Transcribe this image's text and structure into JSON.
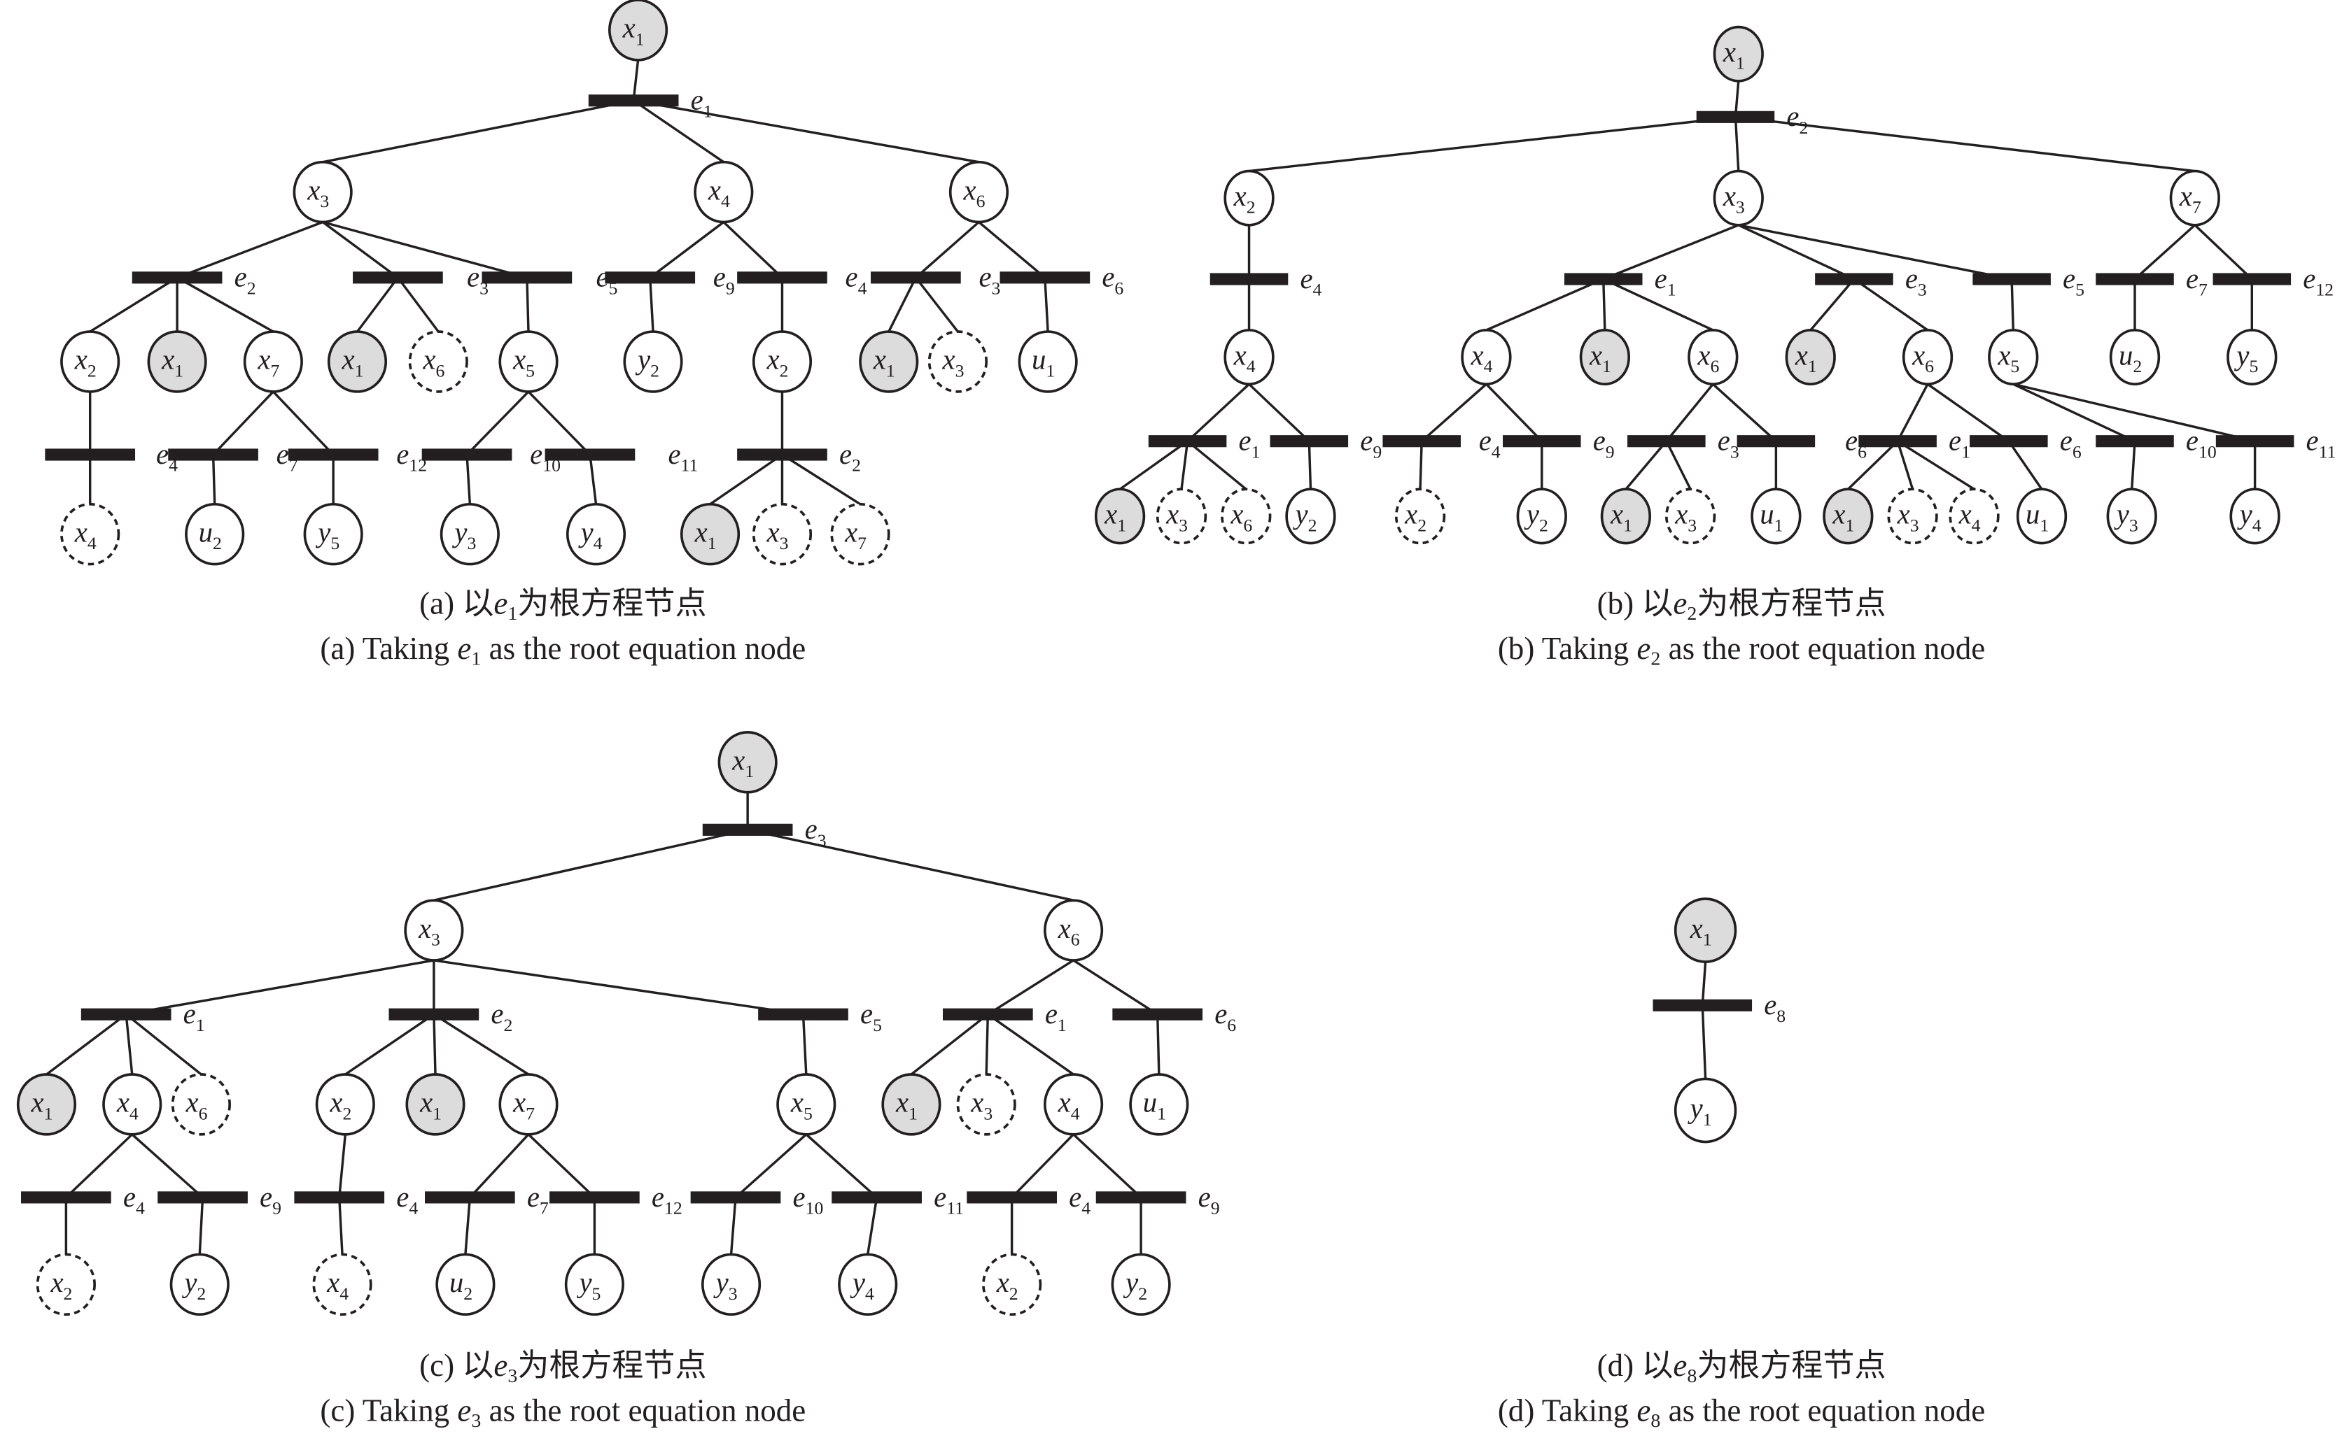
{
  "figure": {
    "colors": {
      "shaded_fill": "#dcdcdc",
      "plain_fill": "#ffffff",
      "stroke": "#231f20"
    },
    "legend_semantics": {
      "shaded": "known / root variable node",
      "dashed": "repeated (already visited) variable node",
      "plain": "variable node",
      "bar": "equation node"
    },
    "panels": [
      {
        "id": "a",
        "caption_cn": "(a) 以e1为根方程节点",
        "caption_cn_parts": [
          "(a) 以",
          "e",
          "1",
          "为根方程节点"
        ],
        "caption_en_parts": [
          "(a) Taking ",
          "e",
          "1",
          " as the root equation node"
        ],
        "root_var": {
          "v": "x",
          "s": "1"
        },
        "root_eq": "1"
      },
      {
        "id": "b",
        "caption_cn_parts": [
          "(b) 以",
          "e",
          "2",
          "为根方程节点"
        ],
        "caption_en_parts": [
          "(b) Taking ",
          "e",
          "2",
          " as the root equation node"
        ],
        "root_var": {
          "v": "x",
          "s": "1"
        },
        "root_eq": "2"
      },
      {
        "id": "c",
        "caption_cn_parts": [
          "(c) 以",
          "e",
          "3",
          "为根方程节点"
        ],
        "caption_en_parts": [
          "(c) Taking ",
          "e",
          "3",
          " as the root equation node"
        ],
        "root_var": {
          "v": "x",
          "s": "1"
        },
        "root_eq": "3"
      },
      {
        "id": "d",
        "caption_cn_parts": [
          "(d) 以",
          "e",
          "8",
          "为根方程节点"
        ],
        "caption_en_parts": [
          "(d) Taking ",
          "e",
          "8",
          " as the root equation node"
        ],
        "root_var": {
          "v": "x",
          "s": "1"
        },
        "root_eq": "8"
      }
    ]
  },
  "nodes": {
    "a": [
      {
        "k": "a0",
        "v": "x",
        "s": "1",
        "t": "shaded"
      },
      {
        "k": "a1",
        "v": "x",
        "s": "3",
        "t": "plain"
      },
      {
        "k": "a2",
        "v": "x",
        "s": "4",
        "t": "plain"
      },
      {
        "k": "a3",
        "v": "x",
        "s": "6",
        "t": "plain"
      },
      {
        "k": "a4",
        "v": "x",
        "s": "2",
        "t": "plain"
      },
      {
        "k": "a5",
        "v": "x",
        "s": "1",
        "t": "shaded"
      },
      {
        "k": "a6",
        "v": "x",
        "s": "7",
        "t": "plain"
      },
      {
        "k": "a7",
        "v": "x",
        "s": "1",
        "t": "shaded"
      },
      {
        "k": "a8",
        "v": "x",
        "s": "6",
        "t": "dashed"
      },
      {
        "k": "a9",
        "v": "x",
        "s": "5",
        "t": "plain"
      },
      {
        "k": "a10",
        "v": "y",
        "s": "2",
        "t": "plain"
      },
      {
        "k": "a11",
        "v": "x",
        "s": "2",
        "t": "plain"
      },
      {
        "k": "a12",
        "v": "x",
        "s": "1",
        "t": "shaded"
      },
      {
        "k": "a13",
        "v": "x",
        "s": "3",
        "t": "dashed"
      },
      {
        "k": "a14",
        "v": "u",
        "s": "1",
        "t": "plain"
      },
      {
        "k": "a15",
        "v": "x",
        "s": "4",
        "t": "dashed"
      },
      {
        "k": "a16",
        "v": "u",
        "s": "2",
        "t": "plain"
      },
      {
        "k": "a17",
        "v": "y",
        "s": "5",
        "t": "plain"
      },
      {
        "k": "a18",
        "v": "y",
        "s": "3",
        "t": "plain"
      },
      {
        "k": "a19",
        "v": "y",
        "s": "4",
        "t": "plain"
      },
      {
        "k": "a20",
        "v": "x",
        "s": "1",
        "t": "shaded"
      },
      {
        "k": "a21",
        "v": "x",
        "s": "3",
        "t": "dashed"
      },
      {
        "k": "a22",
        "v": "x",
        "s": "7",
        "t": "dashed"
      }
    ],
    "b": [
      {
        "k": "b0",
        "v": "x",
        "s": "1",
        "t": "shaded"
      },
      {
        "k": "b1",
        "v": "x",
        "s": "2",
        "t": "plain"
      },
      {
        "k": "b2",
        "v": "x",
        "s": "3",
        "t": "plain"
      },
      {
        "k": "b3",
        "v": "x",
        "s": "7",
        "t": "plain"
      },
      {
        "k": "b4",
        "v": "x",
        "s": "4",
        "t": "plain"
      },
      {
        "k": "b5",
        "v": "x",
        "s": "4",
        "t": "plain"
      },
      {
        "k": "b6",
        "v": "x",
        "s": "1",
        "t": "shaded"
      },
      {
        "k": "b7",
        "v": "x",
        "s": "6",
        "t": "plain"
      },
      {
        "k": "b8",
        "v": "x",
        "s": "1",
        "t": "shaded"
      },
      {
        "k": "b9",
        "v": "x",
        "s": "6",
        "t": "plain"
      },
      {
        "k": "b10",
        "v": "x",
        "s": "5",
        "t": "plain"
      },
      {
        "k": "b11",
        "v": "u",
        "s": "2",
        "t": "plain"
      },
      {
        "k": "b12",
        "v": "y",
        "s": "5",
        "t": "plain"
      },
      {
        "k": "b13",
        "v": "x",
        "s": "1",
        "t": "shaded"
      },
      {
        "k": "b14",
        "v": "x",
        "s": "3",
        "t": "dashed"
      },
      {
        "k": "b15",
        "v": "x",
        "s": "6",
        "t": "dashed"
      },
      {
        "k": "b16",
        "v": "y",
        "s": "2",
        "t": "plain"
      },
      {
        "k": "b17",
        "v": "x",
        "s": "2",
        "t": "dashed"
      },
      {
        "k": "b18",
        "v": "y",
        "s": "2",
        "t": "plain"
      },
      {
        "k": "b19",
        "v": "x",
        "s": "1",
        "t": "shaded"
      },
      {
        "k": "b20",
        "v": "x",
        "s": "3",
        "t": "dashed"
      },
      {
        "k": "b21",
        "v": "u",
        "s": "1",
        "t": "plain"
      },
      {
        "k": "b22",
        "v": "x",
        "s": "1",
        "t": "shaded"
      },
      {
        "k": "b23",
        "v": "x",
        "s": "3",
        "t": "dashed"
      },
      {
        "k": "b24",
        "v": "x",
        "s": "4",
        "t": "dashed"
      },
      {
        "k": "b25",
        "v": "u",
        "s": "1",
        "t": "plain"
      },
      {
        "k": "b26",
        "v": "y",
        "s": "3",
        "t": "plain"
      },
      {
        "k": "b27",
        "v": "y",
        "s": "4",
        "t": "plain"
      }
    ],
    "c": [
      {
        "k": "c0",
        "v": "x",
        "s": "1",
        "t": "shaded"
      },
      {
        "k": "c1",
        "v": "x",
        "s": "3",
        "t": "plain"
      },
      {
        "k": "c2",
        "v": "x",
        "s": "6",
        "t": "plain"
      },
      {
        "k": "c3",
        "v": "x",
        "s": "1",
        "t": "shaded"
      },
      {
        "k": "c4",
        "v": "x",
        "s": "4",
        "t": "plain"
      },
      {
        "k": "c5",
        "v": "x",
        "s": "6",
        "t": "dashed"
      },
      {
        "k": "c6",
        "v": "x",
        "s": "2",
        "t": "plain"
      },
      {
        "k": "c7",
        "v": "x",
        "s": "1",
        "t": "shaded"
      },
      {
        "k": "c8",
        "v": "x",
        "s": "7",
        "t": "plain"
      },
      {
        "k": "c9",
        "v": "x",
        "s": "5",
        "t": "plain"
      },
      {
        "k": "c10",
        "v": "x",
        "s": "1",
        "t": "shaded"
      },
      {
        "k": "c11",
        "v": "x",
        "s": "3",
        "t": "dashed"
      },
      {
        "k": "c12",
        "v": "x",
        "s": "4",
        "t": "plain"
      },
      {
        "k": "c13",
        "v": "u",
        "s": "1",
        "t": "plain"
      },
      {
        "k": "c14",
        "v": "x",
        "s": "2",
        "t": "dashed"
      },
      {
        "k": "c15",
        "v": "y",
        "s": "2",
        "t": "plain"
      },
      {
        "k": "c16",
        "v": "x",
        "s": "4",
        "t": "dashed"
      },
      {
        "k": "c17",
        "v": "u",
        "s": "2",
        "t": "plain"
      },
      {
        "k": "c18",
        "v": "y",
        "s": "5",
        "t": "plain"
      },
      {
        "k": "c19",
        "v": "y",
        "s": "3",
        "t": "plain"
      },
      {
        "k": "c20",
        "v": "y",
        "s": "4",
        "t": "plain"
      },
      {
        "k": "c21",
        "v": "x",
        "s": "2",
        "t": "dashed"
      },
      {
        "k": "c22",
        "v": "y",
        "s": "2",
        "t": "plain"
      }
    ],
    "d": [
      {
        "k": "d0",
        "v": "x",
        "s": "1",
        "t": "shaded"
      },
      {
        "k": "d1",
        "v": "y",
        "s": "1",
        "t": "plain"
      }
    ]
  },
  "equations": {
    "a": [
      {
        "k": "A0",
        "e": "1",
        "from": "a0",
        "to": [
          "a1",
          "a2",
          "a3"
        ]
      },
      {
        "k": "A1",
        "e": "2",
        "from": "a1",
        "to": [
          "a4",
          "a5",
          "a6"
        ]
      },
      {
        "k": "A2",
        "e": "3",
        "from": "a1",
        "to": [
          "a7",
          "a8"
        ]
      },
      {
        "k": "A3",
        "e": "5",
        "from": "a1",
        "to": [
          "a9"
        ]
      },
      {
        "k": "A4",
        "e": "9",
        "from": "a2",
        "to": [
          "a10"
        ]
      },
      {
        "k": "A5",
        "e": "4",
        "from": "a2",
        "to": [
          "a11"
        ]
      },
      {
        "k": "A6",
        "e": "3",
        "from": "a3",
        "to": [
          "a12",
          "a13"
        ]
      },
      {
        "k": "A7",
        "e": "6",
        "from": "a3",
        "to": [
          "a14"
        ]
      },
      {
        "k": "A8",
        "e": "4",
        "from": "a4",
        "to": [
          "a15"
        ]
      },
      {
        "k": "A9",
        "e": "7",
        "from": "a6",
        "to": [
          "a16"
        ]
      },
      {
        "k": "A10",
        "e": "12",
        "from": "a6",
        "to": [
          "a17"
        ]
      },
      {
        "k": "A11",
        "e": "10",
        "from": "a9",
        "to": [
          "a18"
        ]
      },
      {
        "k": "A12",
        "e": "11",
        "from": "a9",
        "to": [
          "a19"
        ]
      },
      {
        "k": "A13",
        "e": "2",
        "from": "a11",
        "to": [
          "a20",
          "a21",
          "a22"
        ]
      }
    ],
    "b": [
      {
        "k": "B0",
        "e": "2",
        "from": "b0",
        "to": [
          "b1",
          "b2",
          "b3"
        ]
      },
      {
        "k": "B1",
        "e": "4",
        "from": "b1",
        "to": [
          "b4"
        ]
      },
      {
        "k": "B2",
        "e": "1",
        "from": "b2",
        "to": [
          "b5",
          "b6",
          "b7"
        ]
      },
      {
        "k": "B3",
        "e": "3",
        "from": "b2",
        "to": [
          "b8",
          "b9"
        ]
      },
      {
        "k": "B4",
        "e": "5",
        "from": "b2",
        "to": [
          "b10"
        ]
      },
      {
        "k": "B5",
        "e": "7",
        "from": "b3",
        "to": [
          "b11"
        ]
      },
      {
        "k": "B6",
        "e": "12",
        "from": "b3",
        "to": [
          "b12"
        ]
      },
      {
        "k": "B7",
        "e": "1",
        "from": "b4",
        "to": [
          "b13",
          "b14",
          "b15"
        ]
      },
      {
        "k": "B8",
        "e": "9",
        "from": "b4",
        "to": [
          "b16"
        ]
      },
      {
        "k": "B9",
        "e": "4",
        "from": "b5",
        "to": [
          "b17"
        ]
      },
      {
        "k": "B10",
        "e": "9",
        "from": "b5",
        "to": [
          "b18"
        ]
      },
      {
        "k": "B11",
        "e": "3",
        "from": "b7",
        "to": [
          "b19",
          "b20"
        ]
      },
      {
        "k": "B12",
        "e": "6",
        "from": "b7",
        "to": [
          "b21"
        ]
      },
      {
        "k": "B13",
        "e": "1",
        "from": "b9",
        "to": [
          "b22",
          "b23",
          "b24"
        ]
      },
      {
        "k": "B14",
        "e": "6",
        "from": "b9",
        "to": [
          "b25"
        ]
      },
      {
        "k": "B15",
        "e": "10",
        "from": "b10",
        "to": [
          "b26"
        ]
      },
      {
        "k": "B16",
        "e": "11",
        "from": "b10",
        "to": [
          "b27"
        ]
      }
    ],
    "c": [
      {
        "k": "C0",
        "e": "3",
        "from": "c0",
        "to": [
          "c1",
          "c2"
        ]
      },
      {
        "k": "C1",
        "e": "1",
        "from": "c1",
        "to": [
          "c3",
          "c4",
          "c5"
        ]
      },
      {
        "k": "C2",
        "e": "2",
        "from": "c1",
        "to": [
          "c6",
          "c7",
          "c8"
        ]
      },
      {
        "k": "C3",
        "e": "5",
        "from": "c1",
        "to": [
          "c9"
        ]
      },
      {
        "k": "C4",
        "e": "1",
        "from": "c2",
        "to": [
          "c10",
          "c11",
          "c12"
        ]
      },
      {
        "k": "C5",
        "e": "6",
        "from": "c2",
        "to": [
          "c13"
        ]
      },
      {
        "k": "C6",
        "e": "4",
        "from": "c4",
        "to": [
          "c14"
        ]
      },
      {
        "k": "C7",
        "e": "9",
        "from": "c4",
        "to": [
          "c15"
        ]
      },
      {
        "k": "C8",
        "e": "4",
        "from": "c6",
        "to": [
          "c16"
        ]
      },
      {
        "k": "C9",
        "e": "7",
        "from": "c8",
        "to": [
          "c17"
        ]
      },
      {
        "k": "C10",
        "e": "12",
        "from": "c8",
        "to": [
          "c18"
        ]
      },
      {
        "k": "C11",
        "e": "10",
        "from": "c9",
        "to": [
          "c19"
        ]
      },
      {
        "k": "C12",
        "e": "11",
        "from": "c9",
        "to": [
          "c20"
        ]
      },
      {
        "k": "C13",
        "e": "4",
        "from": "c12",
        "to": [
          "c21"
        ]
      },
      {
        "k": "C14",
        "e": "9",
        "from": "c12",
        "to": [
          "c22"
        ]
      }
    ],
    "d": [
      {
        "k": "D0",
        "e": "8",
        "from": "d0",
        "to": [
          "d1"
        ]
      }
    ]
  }
}
